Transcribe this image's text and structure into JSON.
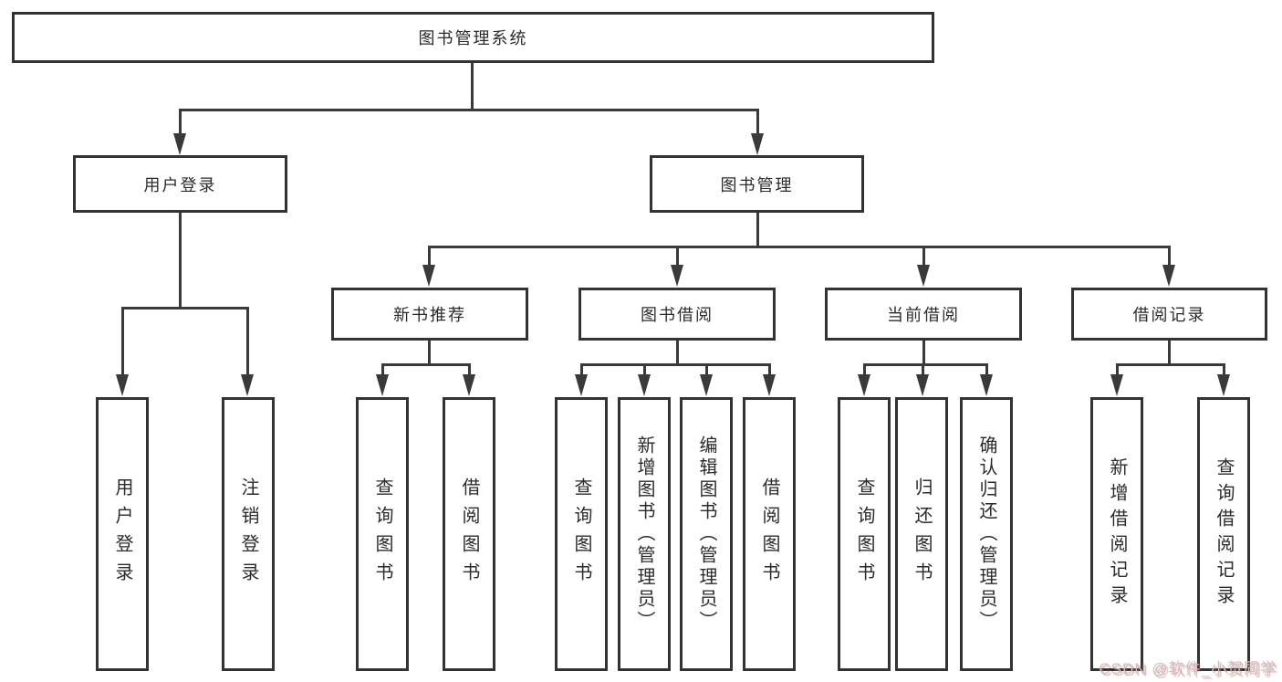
{
  "tree": {
    "root": {
      "label": "图书管理系统"
    },
    "branches": [
      {
        "label": "用户登录",
        "children": [
          {
            "label": "用户登录"
          },
          {
            "label": "注销登录"
          }
        ]
      },
      {
        "label": "图书管理",
        "sections": [
          {
            "label": "新书推荐",
            "children": [
              {
                "label": "查询图书"
              },
              {
                "label": "借阅图书"
              }
            ]
          },
          {
            "label": "图书借阅",
            "children": [
              {
                "label": "查询图书"
              },
              {
                "label": "新增图书（管理员）"
              },
              {
                "label": "编辑图书（管理员）"
              },
              {
                "label": "借阅图书"
              }
            ]
          },
          {
            "label": "当前借阅",
            "children": [
              {
                "label": "查询图书"
              },
              {
                "label": "归还图书"
              },
              {
                "label": "确认归还（管理员）"
              }
            ]
          },
          {
            "label": "借阅记录",
            "children": [
              {
                "label": "新增借阅记录"
              },
              {
                "label": "查询借阅记录"
              }
            ]
          }
        ]
      }
    ]
  },
  "watermark": {
    "text": "CSDN @软件_小贺同学"
  },
  "colors": {
    "line": "#3a3a3a",
    "box_border": "#333333",
    "background": "#ffffff",
    "watermark": "#c4c4c4",
    "watermark_shadow": "#db5c5c"
  }
}
